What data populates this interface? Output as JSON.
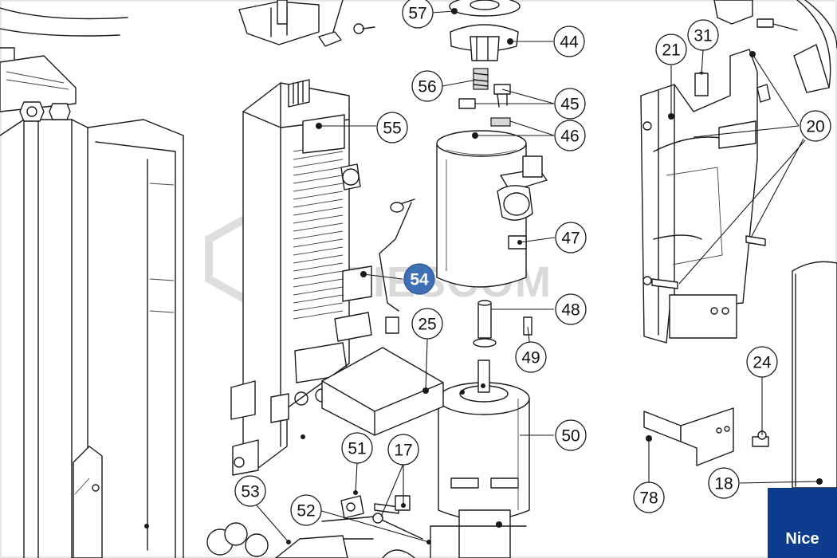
{
  "callouts": [
    {
      "id": "57",
      "label": "57"
    },
    {
      "id": "44",
      "label": "44"
    },
    {
      "id": "56",
      "label": "56"
    },
    {
      "id": "45",
      "label": "45"
    },
    {
      "id": "46",
      "label": "46"
    },
    {
      "id": "55",
      "label": "55"
    },
    {
      "id": "47",
      "label": "47"
    },
    {
      "id": "54",
      "label": "54",
      "highlighted": true
    },
    {
      "id": "48",
      "label": "48"
    },
    {
      "id": "25",
      "label": "25"
    },
    {
      "id": "49",
      "label": "49"
    },
    {
      "id": "50",
      "label": "50"
    },
    {
      "id": "51",
      "label": "51"
    },
    {
      "id": "17",
      "label": "17"
    },
    {
      "id": "53",
      "label": "53"
    },
    {
      "id": "52",
      "label": "52"
    },
    {
      "id": "21",
      "label": "21"
    },
    {
      "id": "31",
      "label": "31"
    },
    {
      "id": "20",
      "label": "20"
    },
    {
      "id": "24",
      "label": "24"
    },
    {
      "id": "78",
      "label": "78"
    },
    {
      "id": "18",
      "label": "18"
    }
  ],
  "watermark": "PIESCOM",
  "brand": {
    "logo_text": "Nice",
    "color": "#0d3b8e"
  },
  "highlight_color": "#3f6fb5"
}
